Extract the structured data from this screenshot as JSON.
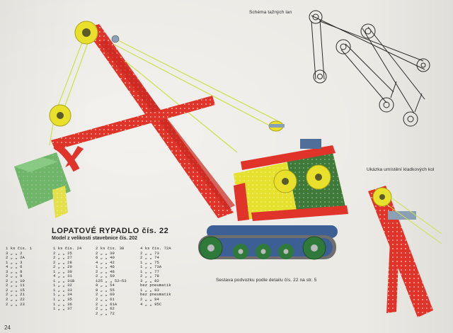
{
  "page": {
    "title": "LOPATOVÉ RYPADLO čís. 22",
    "subtitle": "Model z velikosti stavebnice čís. 202",
    "page_number": "24"
  },
  "captions": {
    "rope_scheme": "Schéma tažných lan",
    "pulley_example": "Ukázka umístění kladkových kol",
    "chassis_note": "Sestava podvozku podle detailu čís. 22 na str. 5"
  },
  "parts_columns": [
    [
      "1 ks čís. 1",
      "3 „ „ 2",
      "2 „ „ 2A",
      "1 „ „ 3",
      "4 „ „ 6",
      "3 „ „ 8",
      "2 „ „ 9",
      "2 „ „ 10",
      "2 „ „ 11",
      "2 „ „ 15",
      "2 „ „ 21",
      "2 „ „ 22",
      "2 „ „ 23"
    ],
    [
      "1 ks čís. 24",
      "2 „ „ 25",
      "2 „ „ 27",
      "2 „ „ 28",
      "2 „ „ 29",
      "1 „ „ 30",
      "4 „ „ 31",
      "1 „ „ 31B",
      "1 „ „ 32",
      "1 „ „ 33",
      "1 „ „ 34",
      "1 „ „ 35",
      "1 „ „ 36",
      "1 „ „ 37"
    ],
    [
      "2 ks čís. 38",
      "2 „ „ 39",
      "6 „ „ 40",
      "4 „ „ 42",
      "1 „ „ 46",
      "2 „ „ 48",
      "2 „ „ 50",
      "125 „ „ 52—53",
      "8 „ „ 54",
      "8 „ „ 55",
      "2 „ „ 60",
      "2 „ „ 61",
      "2 „ „ 61A",
      "2 „ „ 62",
      "2 „ „ 72"
    ],
    [
      "4 ks čís. 72A",
      "2 „ „ 73",
      "2 „ „ 74",
      "1 „ „ 75",
      "1 „ „ 73A",
      "1 „ „ 77",
      "2 „ „ 78",
      "3 „ „ 82",
      "bez pneumatik",
      "1 „ „ 83",
      "bez pneumatik",
      "2 „ „ 84",
      "4 „ „ 95C"
    ]
  ],
  "colors": {
    "girder_red": "#e0342a",
    "wheel_yellow": "#e8e02a",
    "plate_green": "#3f7a3a",
    "plate_yellow": "#dfe03a",
    "track_blue": "#3c5f96",
    "paper": "#eceae5"
  }
}
